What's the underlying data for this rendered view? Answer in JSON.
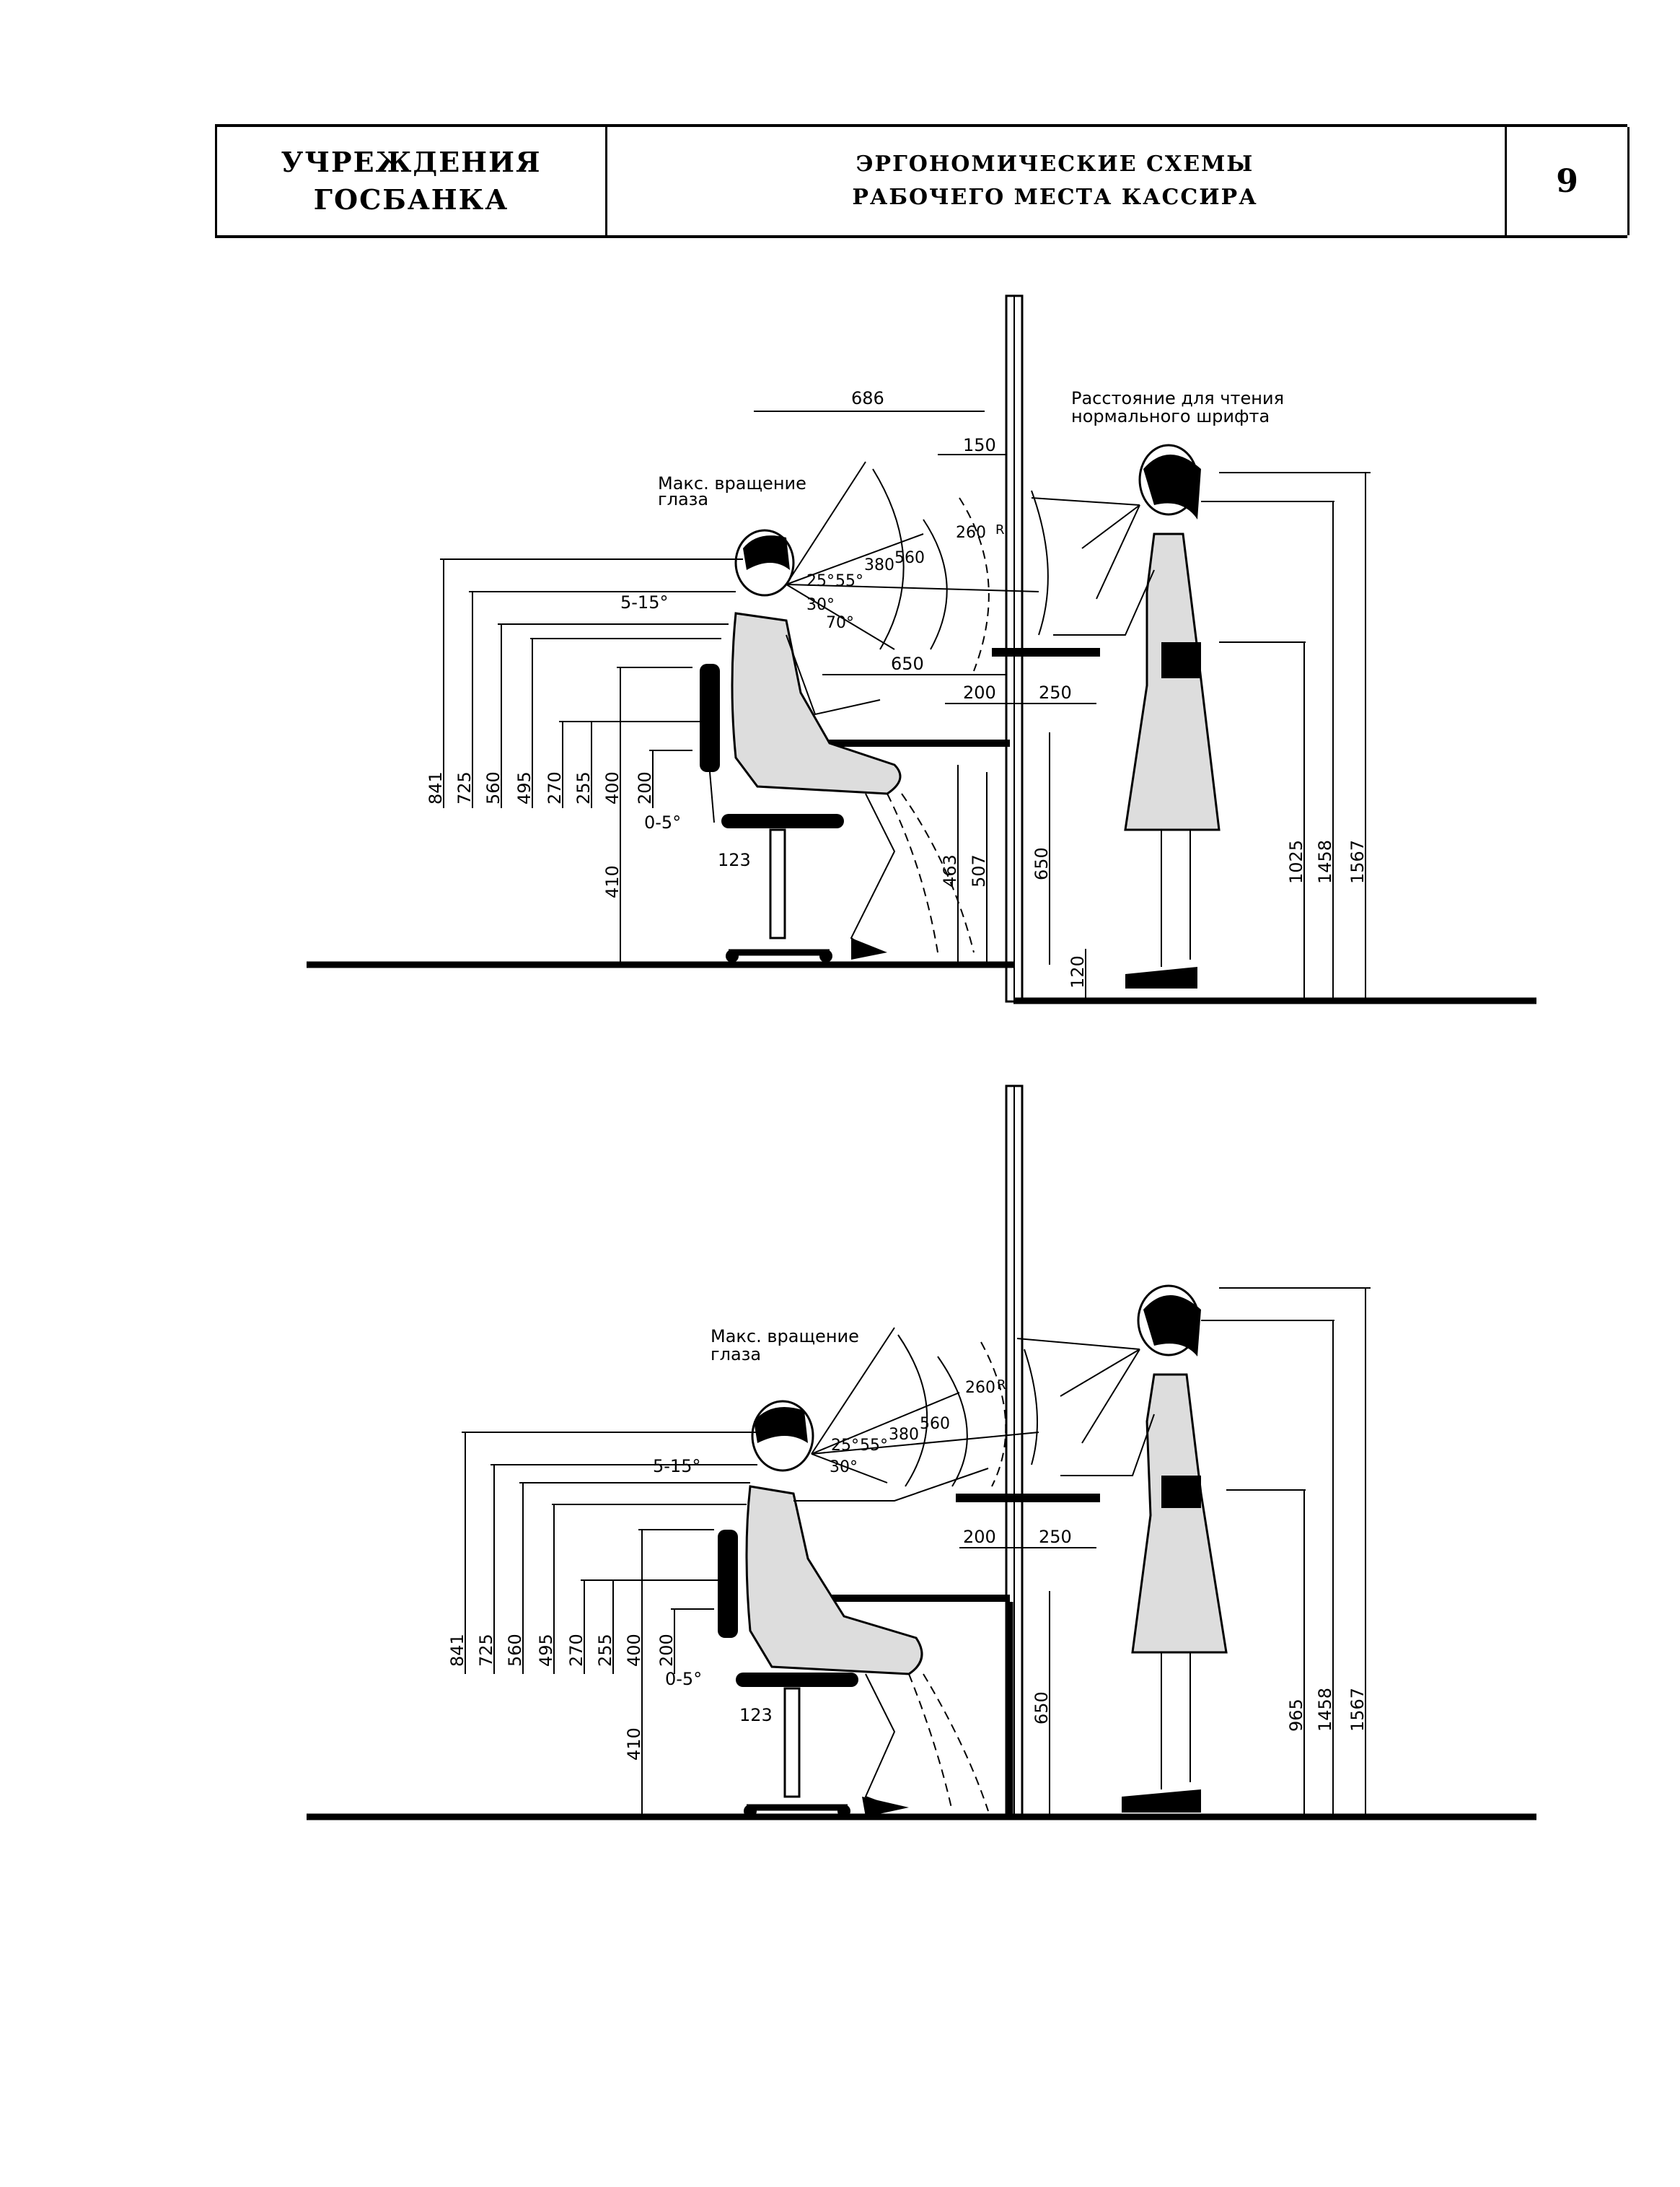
{
  "header": {
    "section_line1": "УЧРЕЖДЕНИЯ",
    "section_line2": "ГОСБАНКА",
    "title_line1": "ЭРГОНОМИЧЕСКИЕ СХЕМЫ",
    "title_line2": "РАБОЧЕГО МЕСТА КАССИРА",
    "page_number": "9"
  },
  "diagram1": {
    "reading_note_line1": "Расстояние для чтения",
    "reading_note_line2": "нормального шрифта",
    "eye_rotation_line1": "Макс. вращение",
    "eye_rotation_line2": "глаза",
    "dim_686": "686",
    "dim_150": "150",
    "dim_650h": "650",
    "dim_200": "200",
    "dim_250": "250",
    "head_tilt": "5-15°",
    "seat_tilt": "0-5°",
    "seat_offset": "123",
    "angle_25": "25°",
    "angle_55": "55°",
    "angle_30": "30°",
    "angle_70": "70°",
    "radius_380": "380",
    "radius_560": "560",
    "radius_260": "260",
    "radius_mark": "R",
    "seated_dims": [
      "841",
      "725",
      "560",
      "495",
      "270",
      "255",
      "400",
      "200"
    ],
    "seat_height": "410",
    "dim_463": "463",
    "dim_507": "507",
    "counter_650": "650",
    "floor_step": "120",
    "standing_dims": [
      "1025",
      "1458",
      "1567"
    ]
  },
  "diagram2": {
    "eye_rotation_line1": "Макс. вращение",
    "eye_rotation_line2": "глаза",
    "dim_200": "200",
    "dim_250": "250",
    "head_tilt": "5-15°",
    "seat_tilt": "0-5°",
    "seat_offset": "123",
    "angle_25": "25°",
    "angle_55": "55°",
    "angle_30": "30°",
    "radius_380": "380",
    "radius_560": "560",
    "radius_260": "260",
    "radius_mark": "R",
    "seated_dims": [
      "841",
      "725",
      "560",
      "495",
      "270",
      "255",
      "400",
      "200"
    ],
    "seat_height": "410",
    "counter_650": "650",
    "standing_dims": [
      "965",
      "1458",
      "1567"
    ]
  }
}
